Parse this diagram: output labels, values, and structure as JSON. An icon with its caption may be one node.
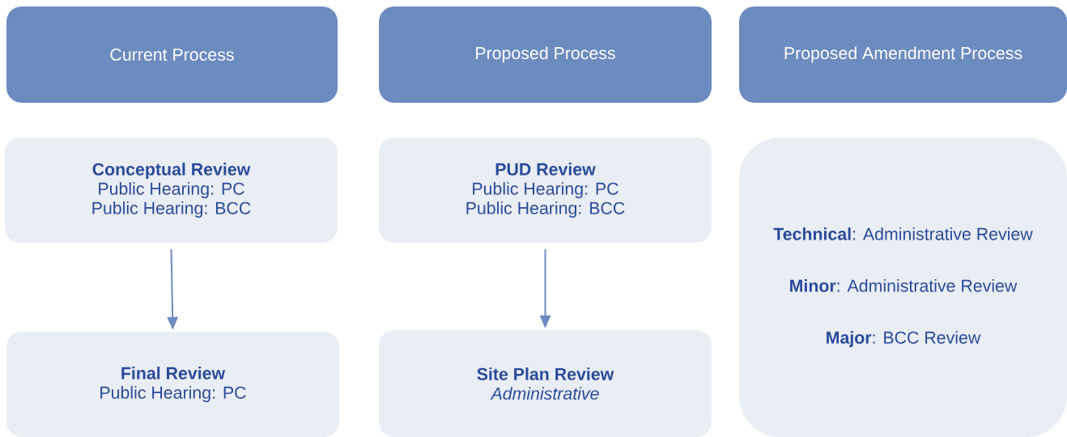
{
  "diagram": {
    "nodes": [
      {
        "text": [
          "Current Process"
        ]
      },
      {
        "text": [
          "Proposed Process"
        ]
      },
      {
        "text": [
          "Proposed Amendment Process"
        ]
      },
      {
        "text": [
          "Conceptual Review",
          "Public Hearing: PC",
          "Public Hearing: BCC"
        ]
      },
      {
        "text": [
          "PUD Review",
          "Public Hearing: PC",
          "Public Hearing: BCC"
        ]
      },
      {
        "text": [
          "**Technical**: Administrative Review",
          "**Minor**: Administrative Review",
          "**Major**: BCC Review"
        ]
      },
      {
        "text": [
          "Final Review",
          "Public Hearing: PC"
        ]
      },
      {
        "text": [
          "Site Plan Review",
          "Administrative"
        ]
      }
    ],
    "edges": [
      {
        "from": 3,
        "to": 6,
        "arrow": "to"
      },
      {
        "from": 4,
        "to": 7,
        "arrow": "to"
      }
    ]
  }
}
